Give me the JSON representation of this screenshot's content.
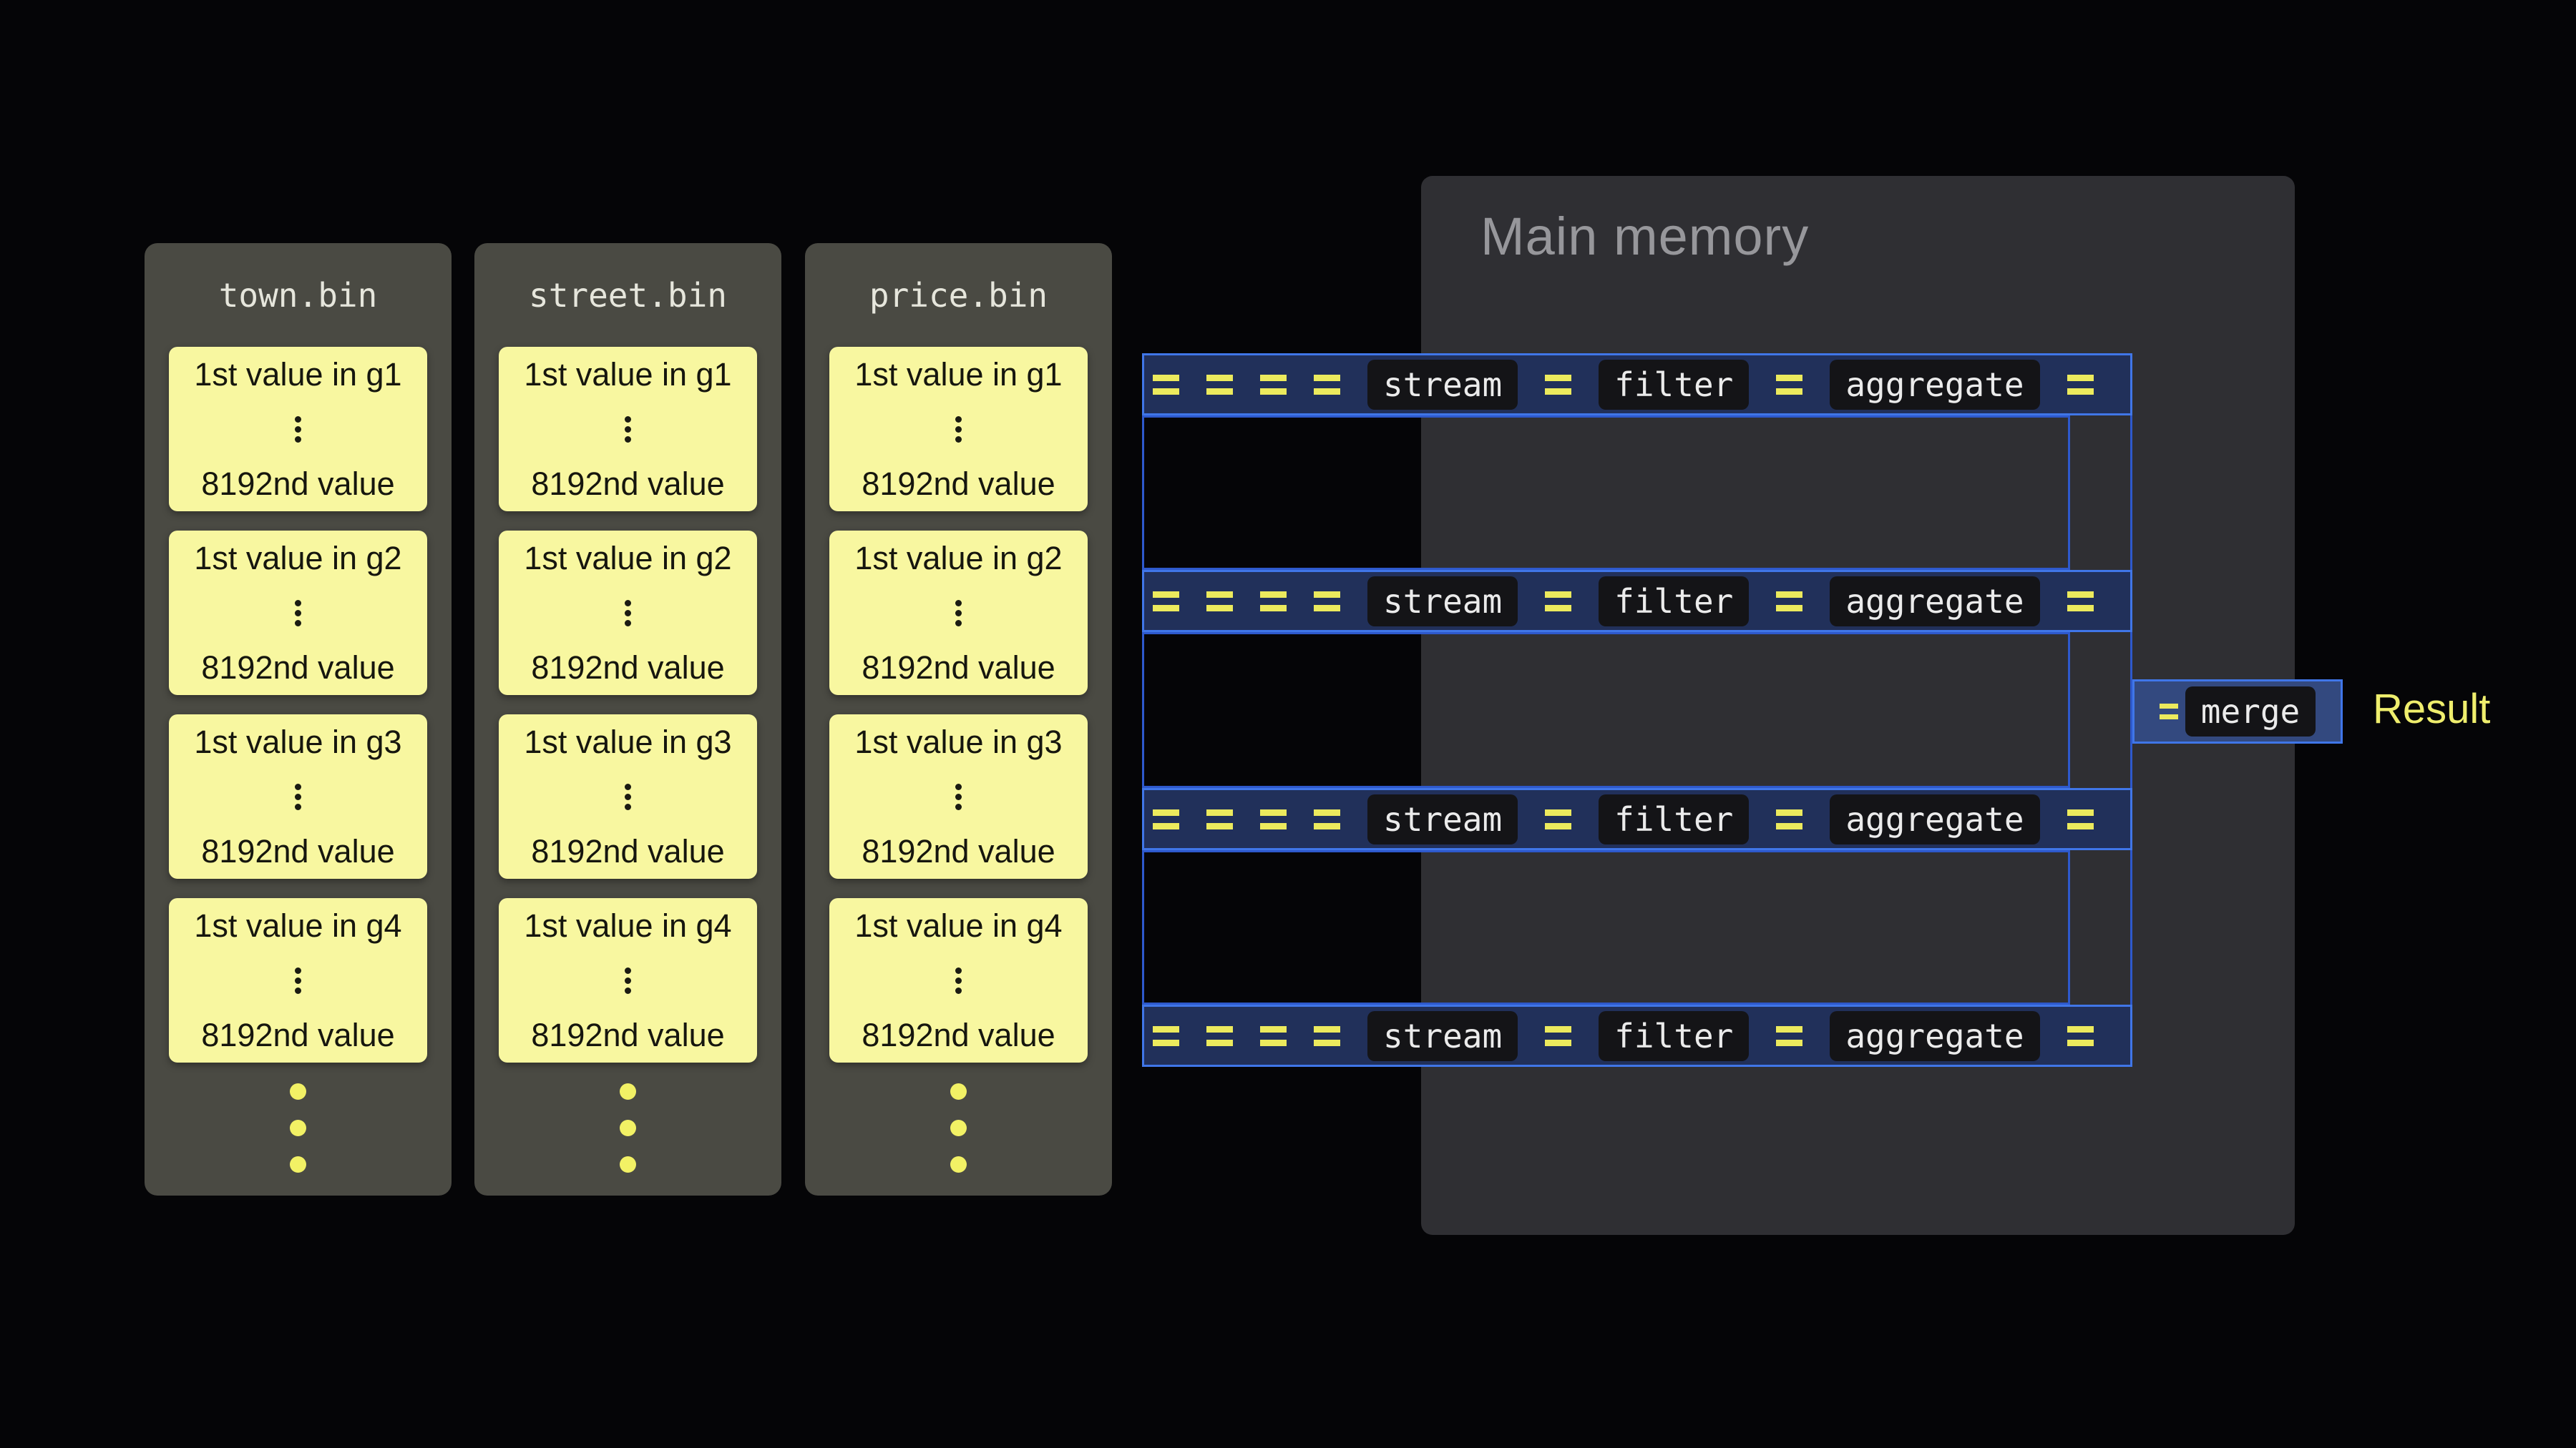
{
  "files": [
    {
      "title": "town.bin",
      "groups": [
        {
          "first": "1st value in g1",
          "last": "8192nd value"
        },
        {
          "first": "1st value in g2",
          "last": "8192nd value"
        },
        {
          "first": "1st value in g3",
          "last": "8192nd value"
        },
        {
          "first": "1st value in g4",
          "last": "8192nd value"
        }
      ]
    },
    {
      "title": "street.bin",
      "groups": [
        {
          "first": "1st value in g1",
          "last": "8192nd value"
        },
        {
          "first": "1st value in g2",
          "last": "8192nd value"
        },
        {
          "first": "1st value in g3",
          "last": "8192nd value"
        },
        {
          "first": "1st value in g4",
          "last": "8192nd value"
        }
      ]
    },
    {
      "title": "price.bin",
      "groups": [
        {
          "first": "1st value in g1",
          "last": "8192nd value"
        },
        {
          "first": "1st value in g2",
          "last": "8192nd value"
        },
        {
          "first": "1st value in g3",
          "last": "8192nd value"
        },
        {
          "first": "1st value in g4",
          "last": "8192nd value"
        }
      ]
    }
  ],
  "main_memory": {
    "title": "Main memory"
  },
  "pipelines": [
    {
      "ops": [
        "stream",
        "filter",
        "aggregate"
      ]
    },
    {
      "ops": [
        "stream",
        "filter",
        "aggregate"
      ]
    },
    {
      "ops": [
        "stream",
        "filter",
        "aggregate"
      ]
    },
    {
      "ops": [
        "stream",
        "filter",
        "aggregate"
      ]
    }
  ],
  "merge_label": "merge",
  "result_label": "Result",
  "colors": {
    "background": "#050507",
    "file_container": "#4a4a43",
    "block_yellow": "#f8f7a0",
    "memory_gray": "#2f2f33",
    "pipe_fill": "#21305a",
    "pipe_border": "#4076e8",
    "connector_border": "#2e59cc",
    "dash_yellow": "#ecea5d",
    "result_yellow": "#efee6d",
    "badge_bg": "#141417"
  }
}
